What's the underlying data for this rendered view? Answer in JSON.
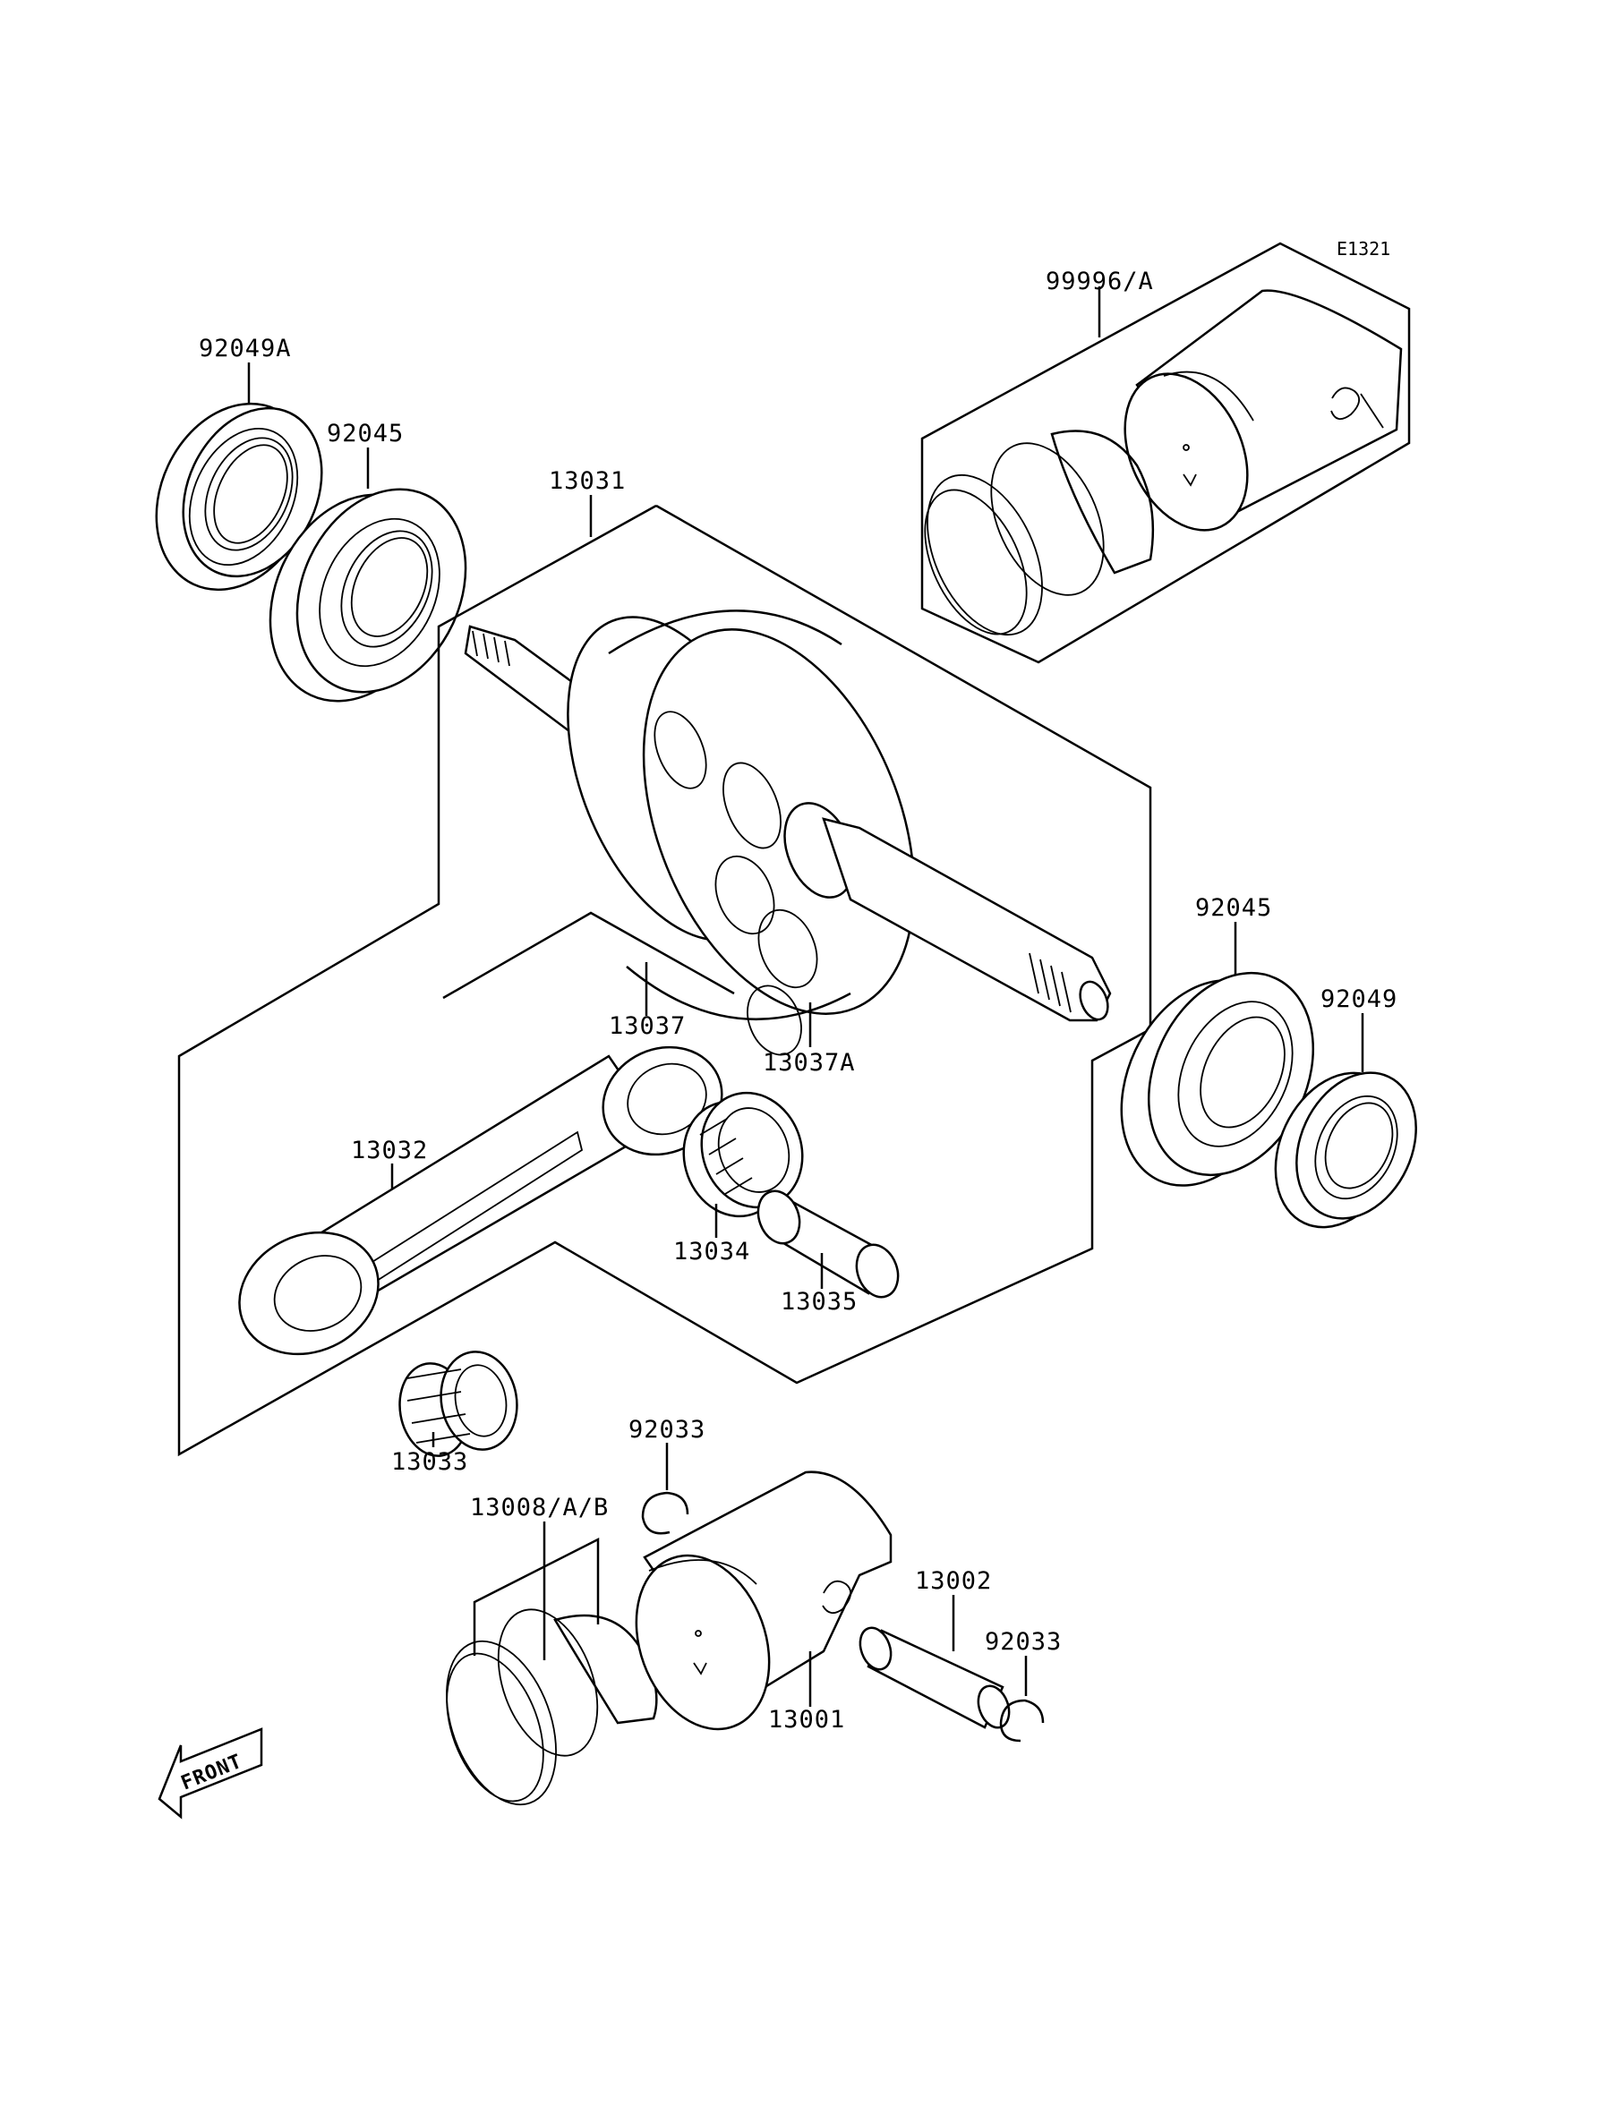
{
  "diagram_code": "E1321",
  "front_label": "FRONT",
  "labels": {
    "p99996A": "99996/A",
    "p92049A": "92049A",
    "p92045_top": "92045",
    "p13031": "13031",
    "p92045_right": "92045",
    "p92049": "92049",
    "p13037": "13037",
    "p13037A": "13037A",
    "p13032": "13032",
    "p13034": "13034",
    "p13035": "13035",
    "p13033": "13033",
    "p92033_left": "92033",
    "p13008AB": "13008/A/B",
    "p13002": "13002",
    "p92033_right": "92033",
    "p13001": "13001"
  }
}
